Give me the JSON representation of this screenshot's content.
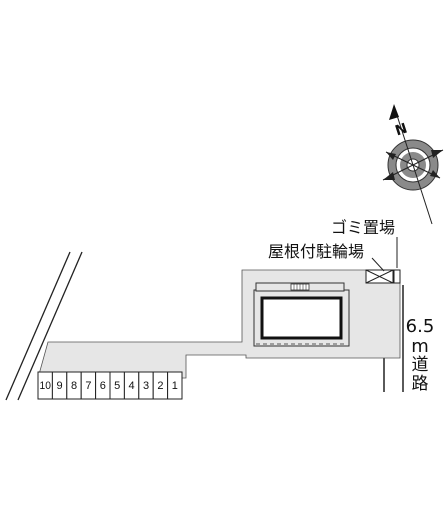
{
  "labels": {
    "garbage": "ゴミ置場",
    "bike_parking": "屋根付駐輪場",
    "road_width": "6.5",
    "road_unit": "m",
    "road_c1": "道",
    "road_c2": "路"
  },
  "compass": {
    "north_letter": "N"
  },
  "parking": {
    "slots": [
      "10",
      "9",
      "8",
      "7",
      "6",
      "5",
      "4",
      "3",
      "2",
      "1"
    ]
  },
  "colors": {
    "lot_fill": "#e6e6e6",
    "line": "#222222",
    "compass_gray": "#8a8a8a"
  }
}
